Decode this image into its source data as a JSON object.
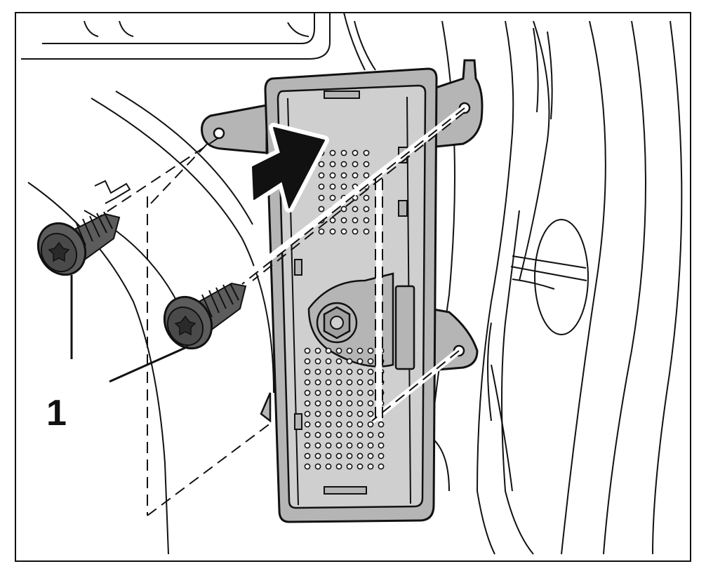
{
  "diagram": {
    "callouts": [
      {
        "id": "1",
        "label": "1",
        "target": "mounting-screws"
      }
    ],
    "parts": [
      {
        "name": "control-module-bracket",
        "count": 1
      },
      {
        "name": "torx-screw",
        "count": 2
      }
    ],
    "arrow_direction": "up-right",
    "colors": {
      "line": "#111111",
      "module_fill": "#b5b5b5",
      "module_inner": "#cfcfcf",
      "screw_fill": "#5c5c5c",
      "arrow_fill": "#111111",
      "background": "#ffffff"
    }
  }
}
